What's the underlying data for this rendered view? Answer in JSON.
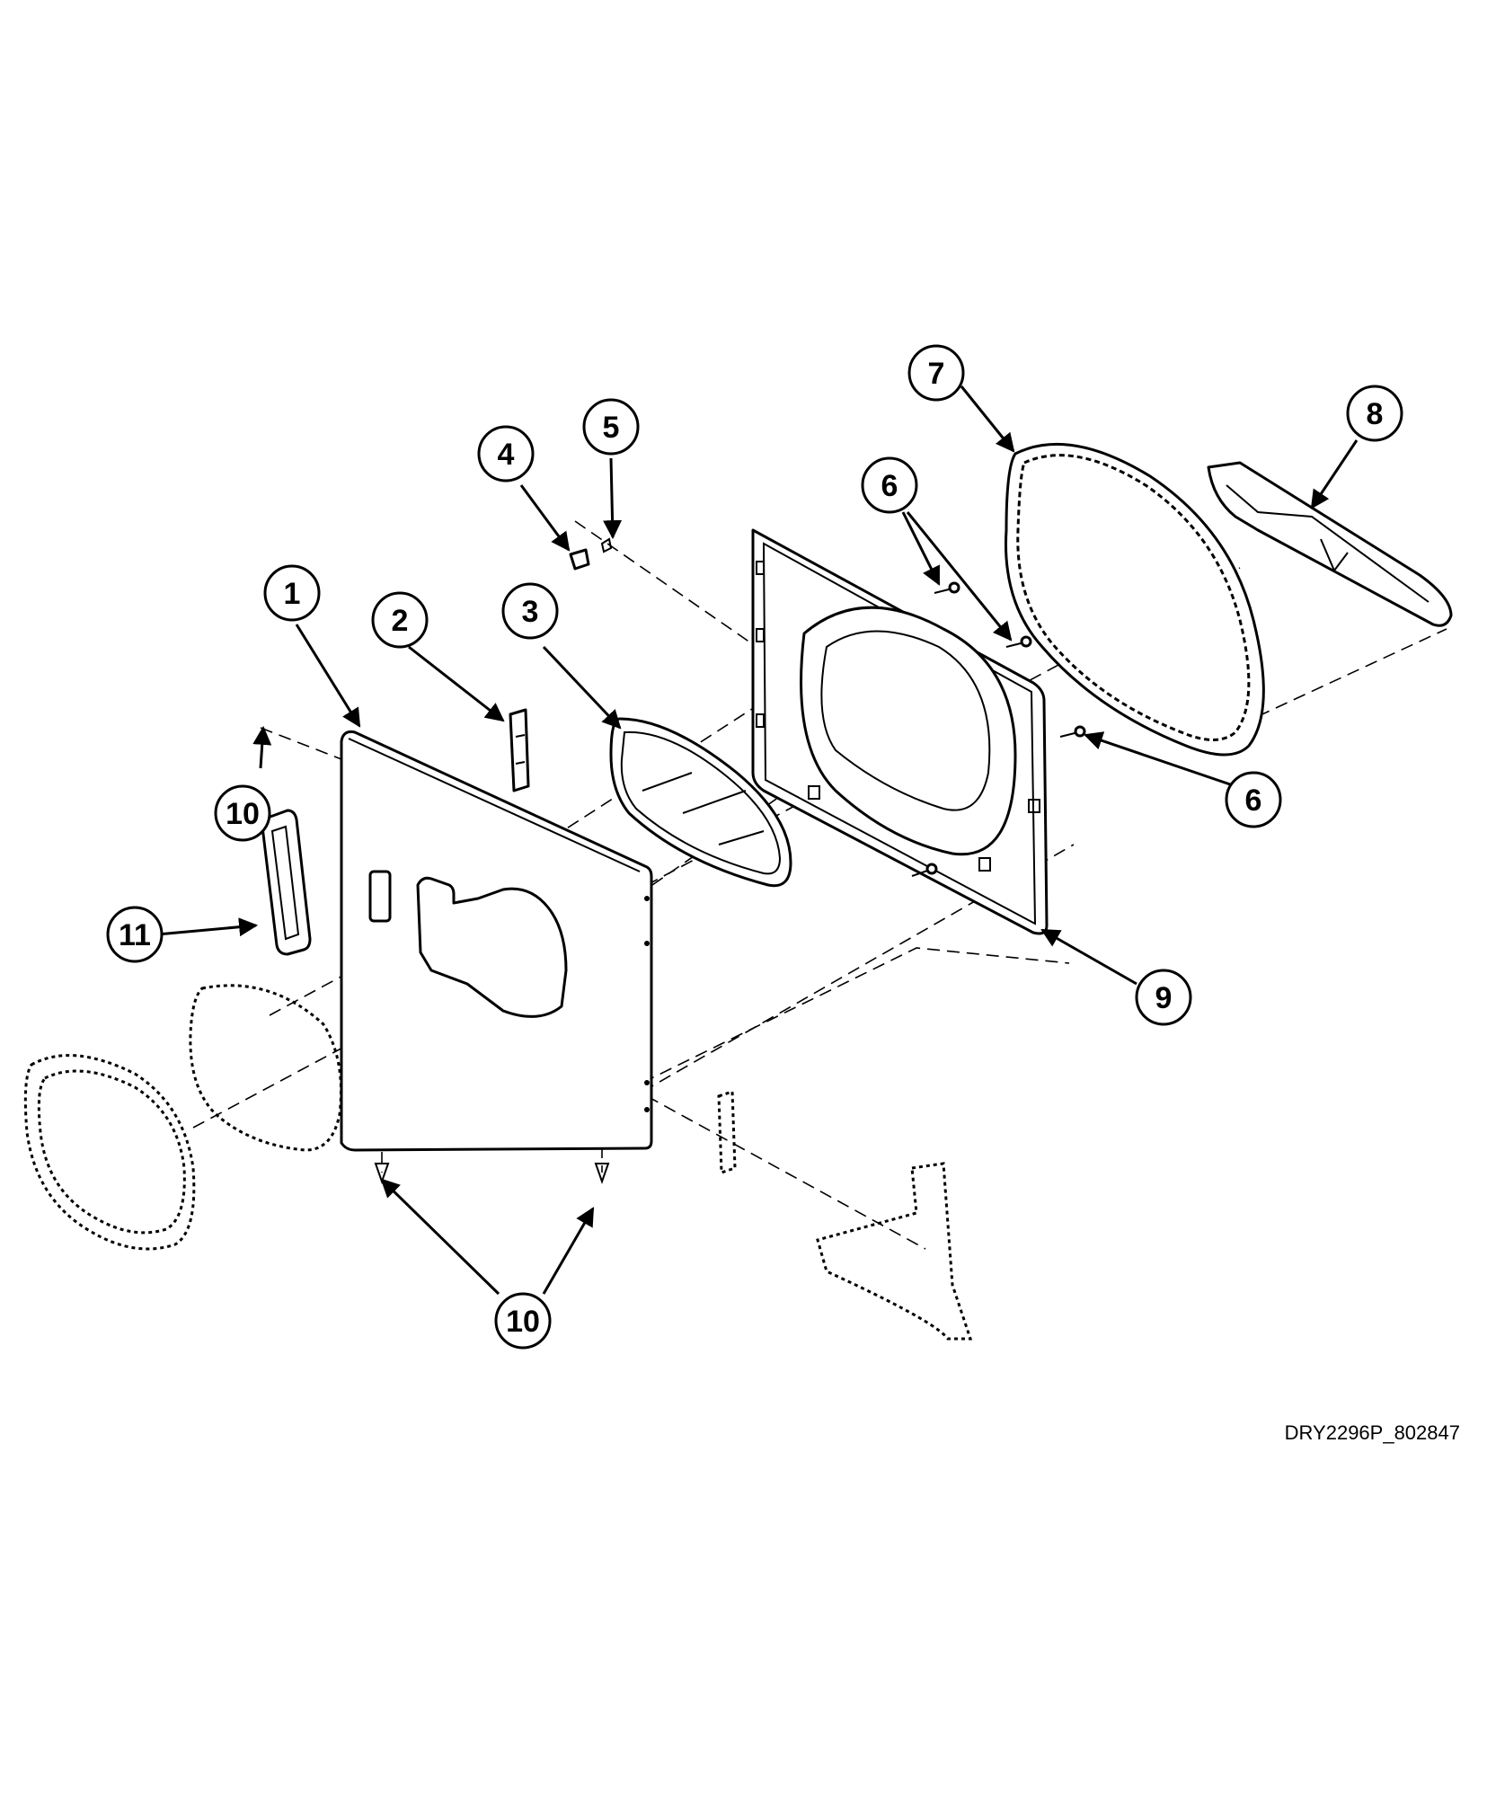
{
  "diagram": {
    "callouts": [
      {
        "id": "c1",
        "label": "1"
      },
      {
        "id": "c2",
        "label": "2"
      },
      {
        "id": "c3",
        "label": "3"
      },
      {
        "id": "c4",
        "label": "4"
      },
      {
        "id": "c5",
        "label": "5"
      },
      {
        "id": "c6a",
        "label": "6"
      },
      {
        "id": "c6b",
        "label": "6"
      },
      {
        "id": "c7",
        "label": "7"
      },
      {
        "id": "c8",
        "label": "8"
      },
      {
        "id": "c9",
        "label": "9"
      },
      {
        "id": "c10a",
        "label": "10"
      },
      {
        "id": "c10b",
        "label": "10"
      },
      {
        "id": "c11",
        "label": "11"
      }
    ],
    "caption": "DRY2296P_802847"
  }
}
